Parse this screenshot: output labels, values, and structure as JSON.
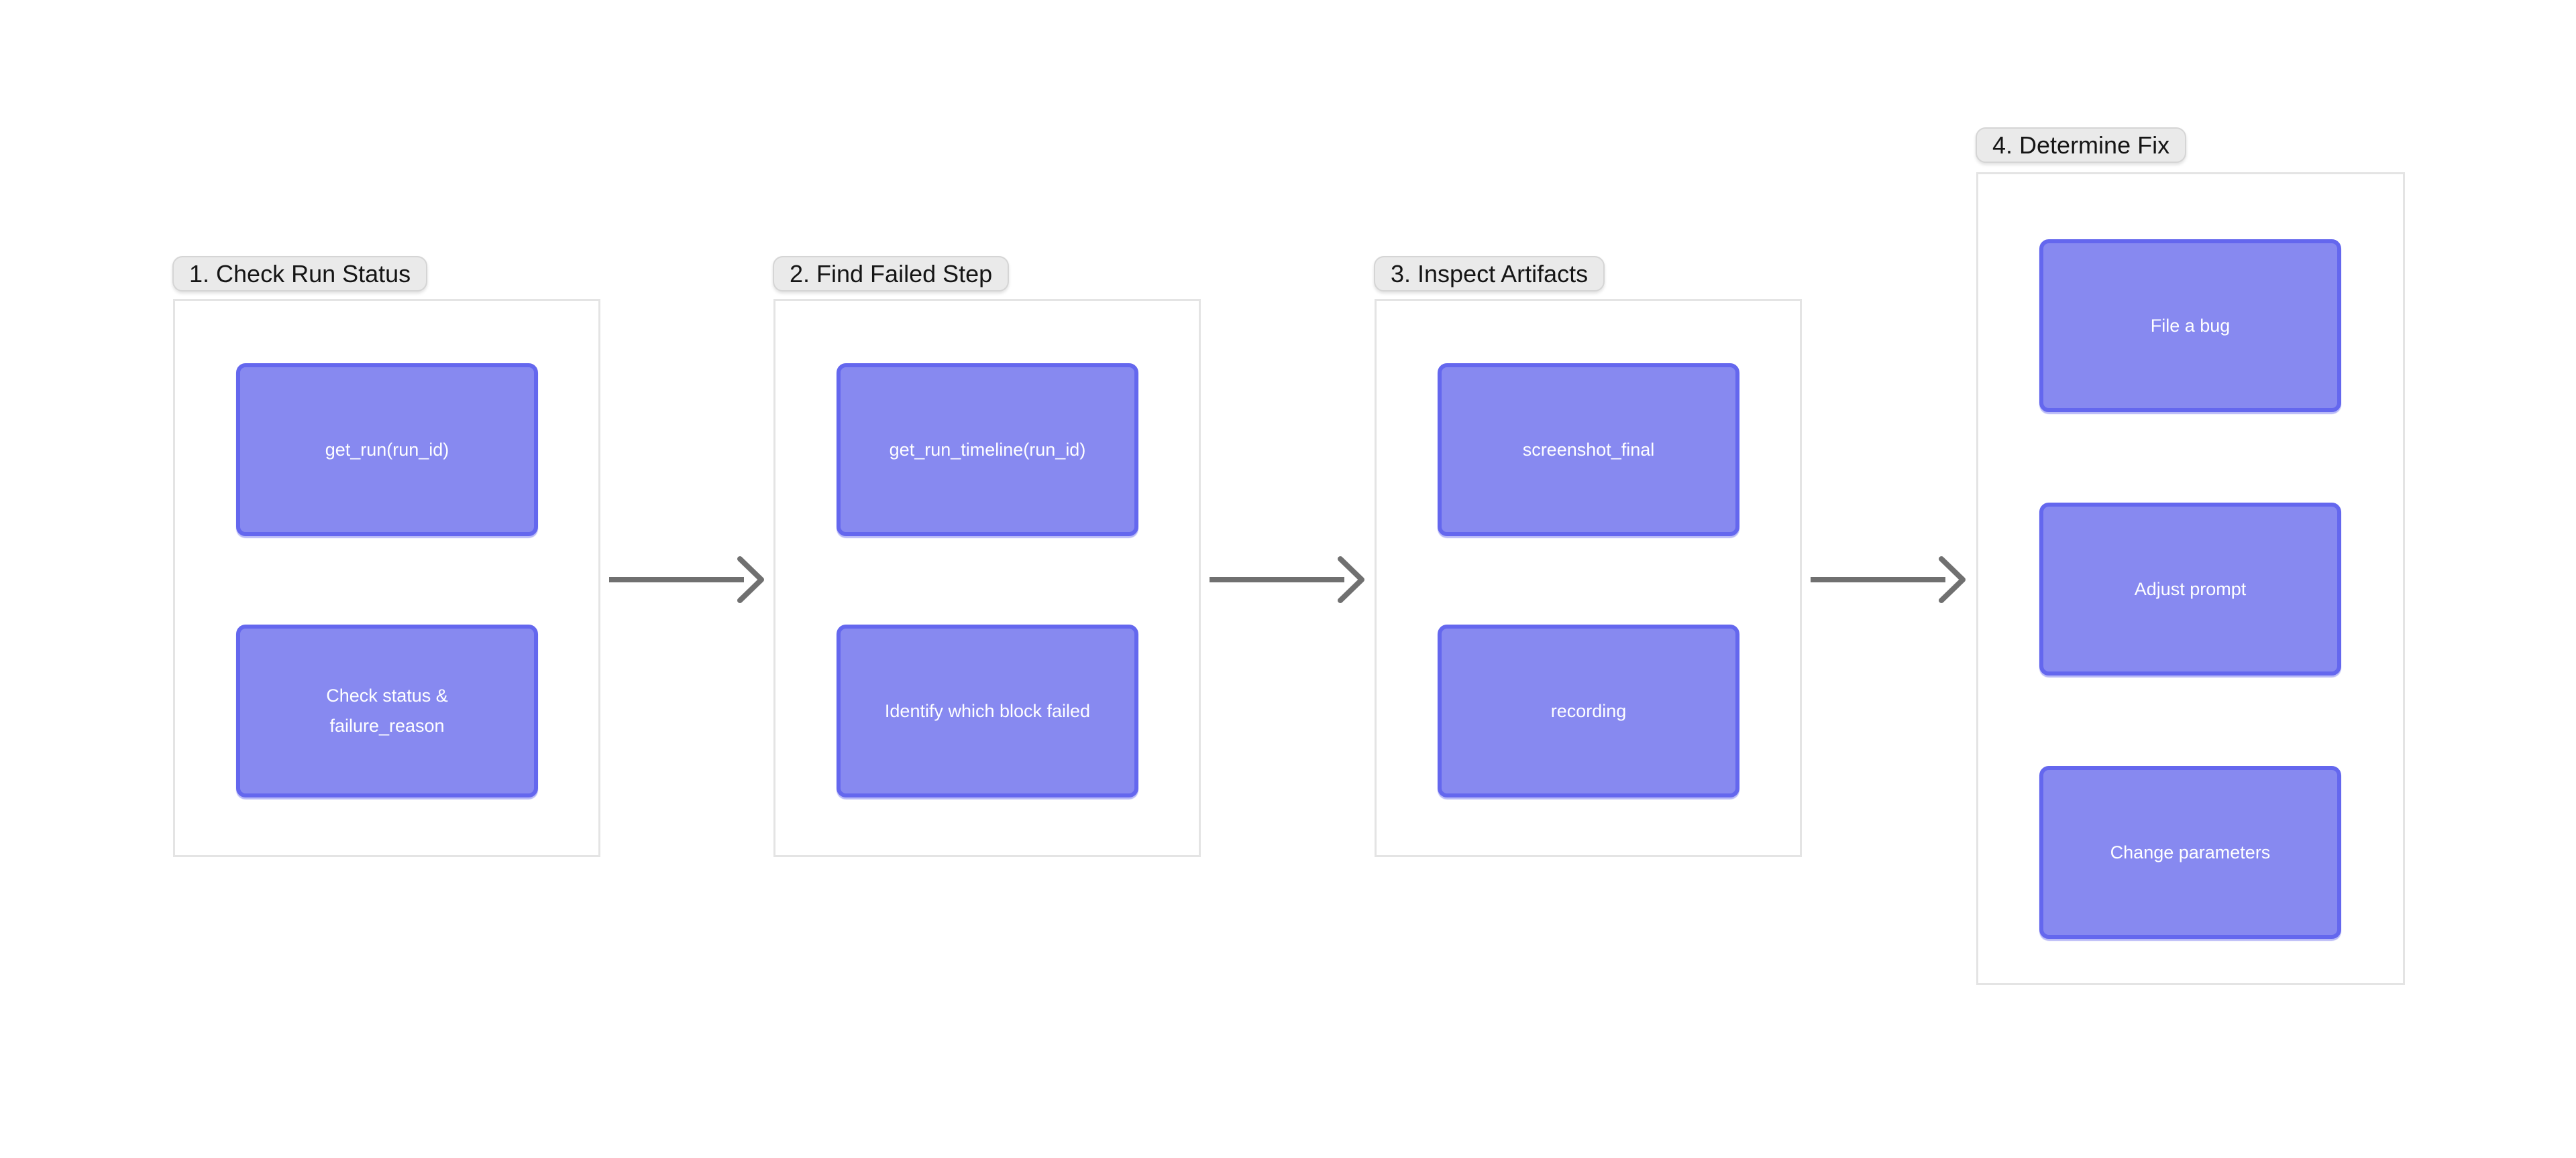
{
  "diagram": {
    "groups": [
      {
        "label": "1. Check Run Status",
        "nodes": [
          "get_run(run_id)",
          "Check status & failure_reason"
        ]
      },
      {
        "label": "2. Find Failed Step",
        "nodes": [
          "get_run_timeline(run_id)",
          "Identify which block failed"
        ]
      },
      {
        "label": "3. Inspect Artifacts",
        "nodes": [
          "screenshot_final",
          "recording"
        ]
      },
      {
        "label": "4. Determine Fix",
        "nodes": [
          "File a bug",
          "Adjust prompt",
          "Change parameters"
        ]
      }
    ],
    "connectors": [
      {
        "from": "1. Check Run Status",
        "to": "2. Find Failed Step",
        "icon": "arrow-right-icon"
      },
      {
        "from": "2. Find Failed Step",
        "to": "3. Inspect Artifacts",
        "icon": "arrow-right-icon"
      },
      {
        "from": "3. Inspect Artifacts",
        "to": "4. Determine Fix",
        "icon": "arrow-right-icon"
      }
    ]
  },
  "colors": {
    "node-fill": "#8789f0",
    "node-border": "#6467ee",
    "node-text": "#ffffff",
    "pill-fill": "#eaeaea",
    "pill-border": "#d5d5d5",
    "pill-text": "#151515",
    "group-border": "#e4e4e4",
    "group-fill": "#ffffff",
    "arrow": "#707070",
    "background": "#ffffff"
  }
}
